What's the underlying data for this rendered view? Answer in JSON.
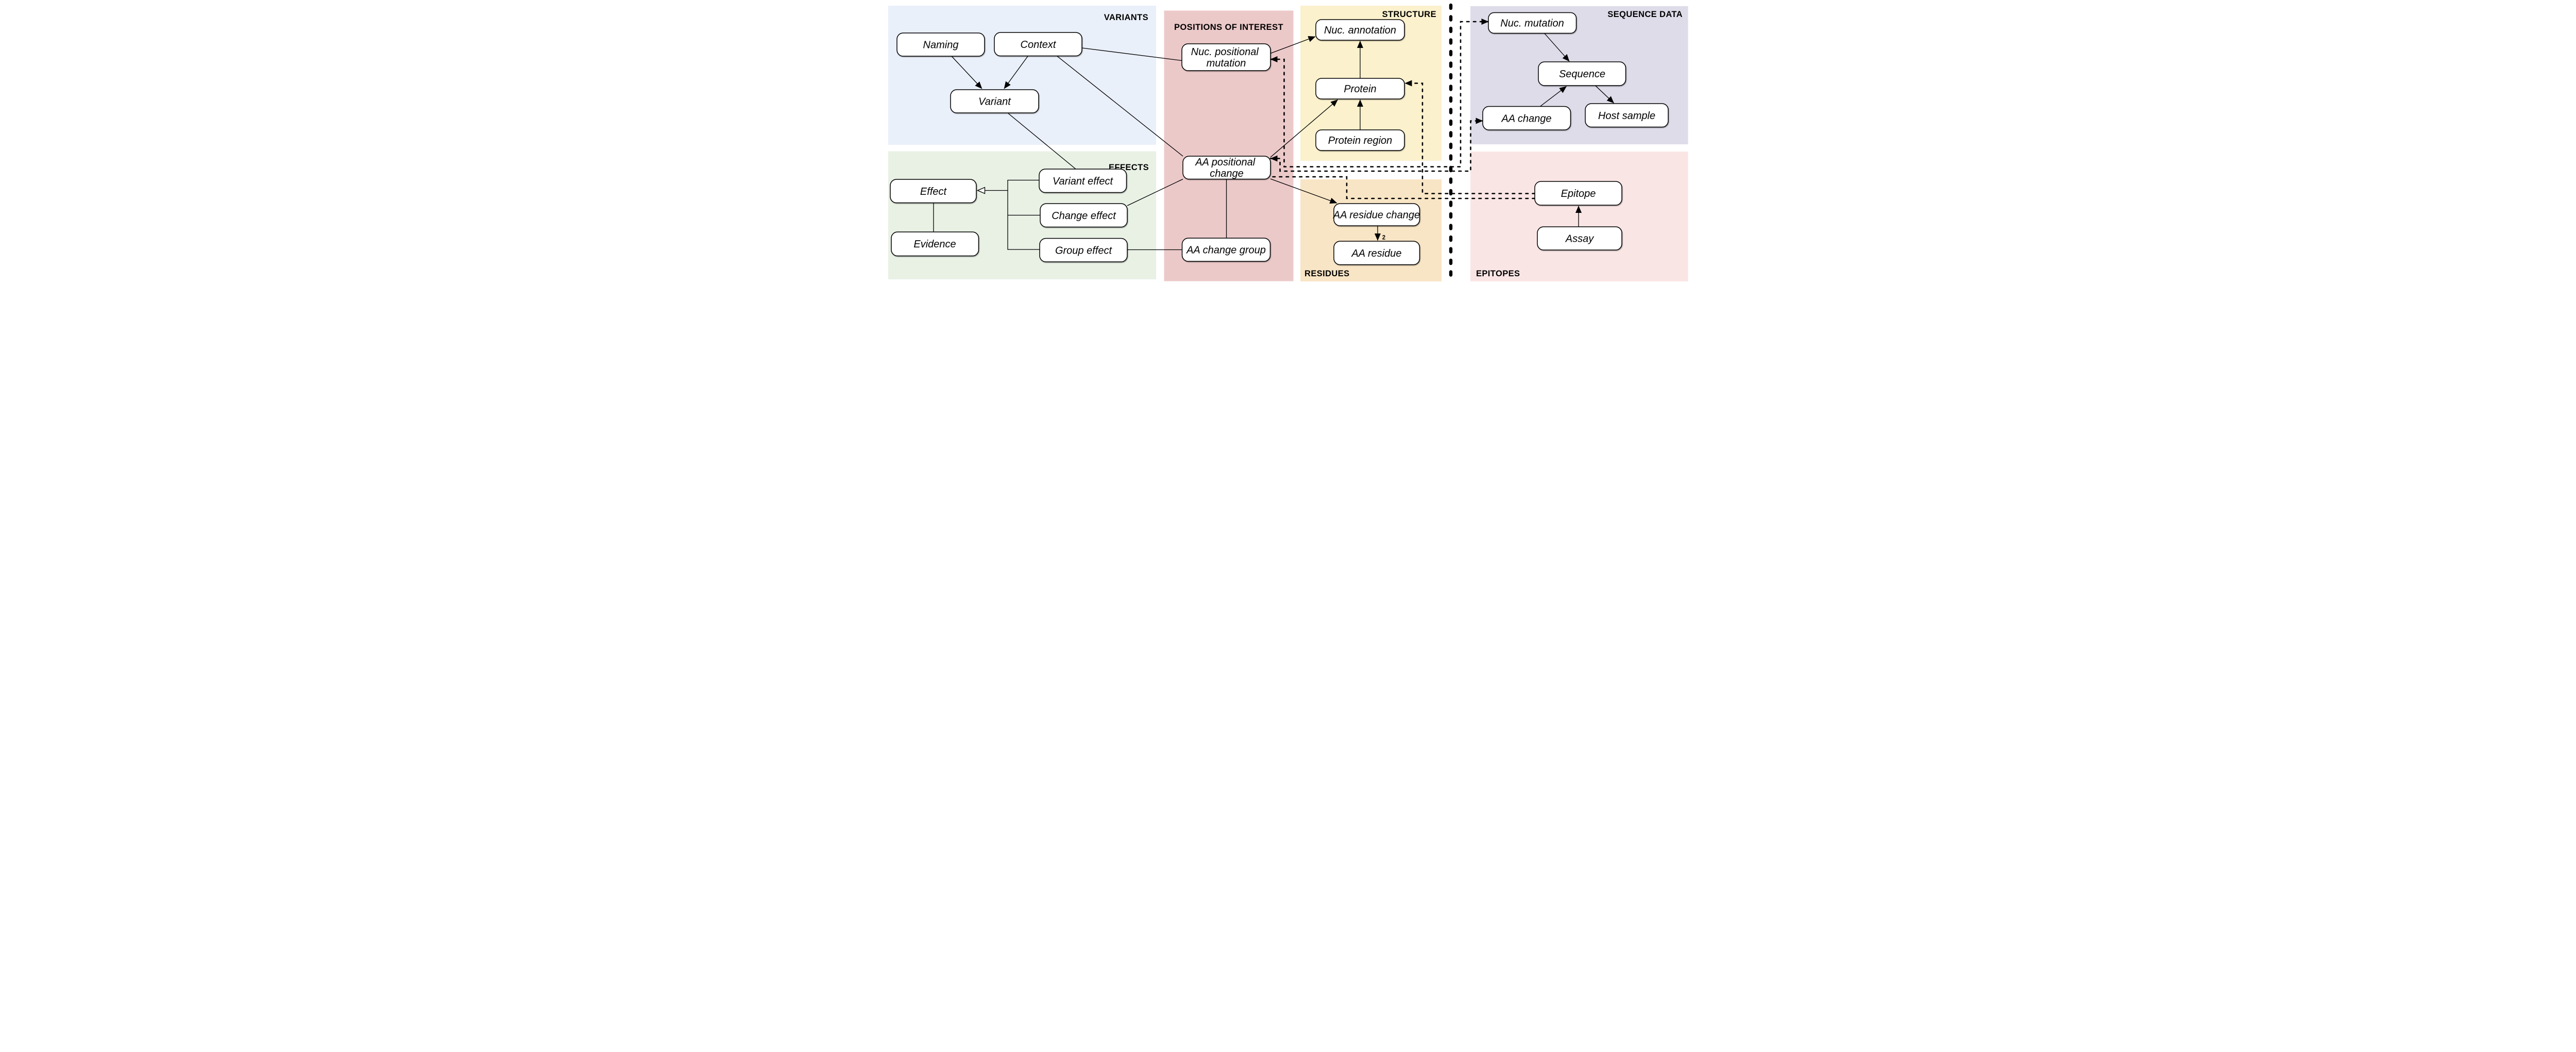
{
  "diagram": {
    "regions": {
      "variants": {
        "label": "VARIANTS",
        "color": "#EAF0FA"
      },
      "positions": {
        "label": "POSITIONS OF INTEREST",
        "color": "#ECC9C9"
      },
      "structure": {
        "label": "STRUCTURE",
        "color": "#FBF1CD"
      },
      "sequence_data": {
        "label": "SEQUENCE DATA",
        "color": "#DEDCE9"
      },
      "effects": {
        "label": "EFFECTS",
        "color": "#E9F1E5"
      },
      "residues": {
        "label": "RESIDUES",
        "color": "#F8E5C5"
      },
      "epitopes": {
        "label": "EPITOPES",
        "color": "#FAE5E5"
      }
    },
    "nodes": {
      "naming": {
        "label": "Naming"
      },
      "context": {
        "label": "Context"
      },
      "variant": {
        "label": "Variant"
      },
      "nuc_positional_mutation": {
        "label": "Nuc. positional mutation",
        "line1": "Nuc. positional",
        "line2": "mutation"
      },
      "aa_positional_change": {
        "label": "AA positional change",
        "line1": "AA positional",
        "line2": "change"
      },
      "aa_change_group": {
        "label": "AA change group"
      },
      "nuc_annotation": {
        "label": "Nuc. annotation"
      },
      "protein": {
        "label": "Protein"
      },
      "protein_region": {
        "label": "Protein region"
      },
      "nuc_mutation": {
        "label": "Nuc. mutation"
      },
      "sequence": {
        "label": "Sequence"
      },
      "aa_change": {
        "label": "AA change"
      },
      "host_sample": {
        "label": "Host sample"
      },
      "effect": {
        "label": "Effect"
      },
      "evidence": {
        "label": "Evidence"
      },
      "variant_effect": {
        "label": "Variant effect"
      },
      "change_effect": {
        "label": "Change effect"
      },
      "group_effect": {
        "label": "Group effect"
      },
      "aa_residue_change": {
        "label": "AA residue change"
      },
      "aa_residue": {
        "label": "AA residue"
      },
      "epitope": {
        "label": "Epitope"
      },
      "assay": {
        "label": "Assay"
      }
    },
    "annotations": {
      "aa_residue_multiplicity": "2"
    },
    "edges": [
      {
        "from": "naming",
        "to": "variant",
        "type": "solid-arrow"
      },
      {
        "from": "context",
        "to": "variant",
        "type": "solid-arrow"
      },
      {
        "from": "context",
        "to": "nuc_positional_mutation",
        "type": "solid-line"
      },
      {
        "from": "context",
        "to": "aa_positional_change",
        "type": "solid-line"
      },
      {
        "from": "variant",
        "to": "variant_effect",
        "type": "solid-line"
      },
      {
        "from": "variant_effect",
        "to": "effect",
        "type": "open-triangle-arrow",
        "note": "shared bracket with change_effect and group_effect"
      },
      {
        "from": "change_effect",
        "to": "effect",
        "type": "open-triangle-arrow"
      },
      {
        "from": "group_effect",
        "to": "effect",
        "type": "open-triangle-arrow"
      },
      {
        "from": "effect",
        "to": "evidence",
        "type": "solid-line"
      },
      {
        "from": "change_effect",
        "to": "aa_positional_change",
        "type": "solid-line"
      },
      {
        "from": "group_effect",
        "to": "aa_change_group",
        "type": "solid-line"
      },
      {
        "from": "aa_positional_change",
        "to": "aa_change_group",
        "type": "solid-line"
      },
      {
        "from": "nuc_positional_mutation",
        "to": "nuc_annotation",
        "type": "solid-arrow"
      },
      {
        "from": "protein",
        "to": "nuc_annotation",
        "type": "solid-arrow"
      },
      {
        "from": "protein_region",
        "to": "protein",
        "type": "solid-arrow"
      },
      {
        "from": "aa_positional_change",
        "to": "protein",
        "type": "solid-arrow"
      },
      {
        "from": "aa_positional_change",
        "to": "aa_residue_change",
        "type": "solid-arrow"
      },
      {
        "from": "aa_residue_change",
        "to": "aa_residue",
        "type": "solid-arrow",
        "label": "2"
      },
      {
        "from": "nuc_mutation",
        "to": "sequence",
        "type": "solid-arrow"
      },
      {
        "from": "aa_change",
        "to": "sequence",
        "type": "solid-arrow"
      },
      {
        "from": "sequence",
        "to": "host_sample",
        "type": "solid-arrow"
      },
      {
        "from": "assay",
        "to": "epitope",
        "type": "solid-arrow"
      },
      {
        "from": "nuc_positional_mutation",
        "to": "nuc_mutation",
        "type": "dashed-arrow-both-ends"
      },
      {
        "from": "aa_positional_change",
        "to": "aa_change",
        "type": "dashed-arrow-both-ends"
      },
      {
        "from": "epitope",
        "to": "protein",
        "type": "dashed-arrow"
      },
      {
        "from": "epitope",
        "to": "aa_positional_change",
        "type": "dashed-line"
      }
    ]
  }
}
